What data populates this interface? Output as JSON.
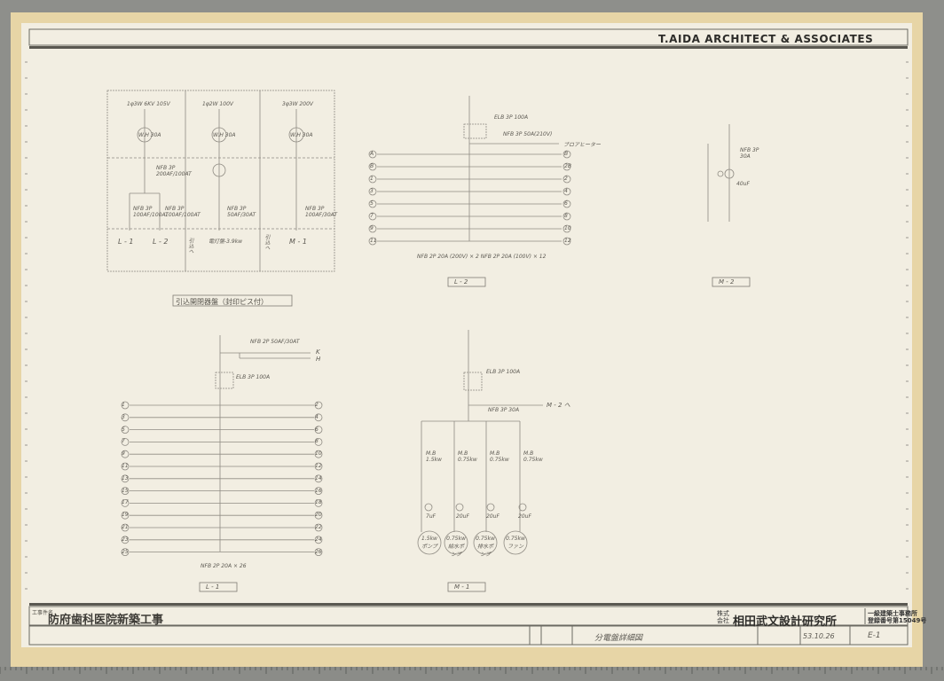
{
  "header": {
    "firm_name_en": "T.AIDA ARCHITECT & ASSOCIATES"
  },
  "title_block": {
    "project_label": "工事件名",
    "project_name": "防府歯科医院新築工事",
    "firm_prefix_top": "株式",
    "firm_prefix_bottom": "会社",
    "firm_name": "相田武文設計研究所",
    "license_line1": "一級建築士事務所",
    "license_line2": "登録番号第15049号",
    "drawing_title": "分電盤詳細図",
    "date": "53.10.26",
    "drawing_no": "E-1"
  },
  "diagrams": {
    "upper_left": {
      "top_labels": [
        "1φ3W 6KV 105V",
        "1φ2W 100V",
        "3φ3W 200V"
      ],
      "meter_label": "W.H 30A",
      "main_breaker": "NFB 3P 200AF/100AT",
      "branch_left": "NFB 3P 100AF/100AT",
      "branch_mid": "NFB 3P 100AF/100AT",
      "branch_right": "NFB 3P 50AF/30AT",
      "branch_far": "NFB 3P 100AF/30AT",
      "panel_labels": [
        "L - 1",
        "L - 2",
        "M - 1"
      ],
      "side_note": "電灯盤-3.9kw",
      "side_a": "引込へ",
      "side_b": "引込へ",
      "caption": "引込開閉器盤（封印ピス付）"
    },
    "l2": {
      "elb": "ELB 3P 100A",
      "nfb_main": "NFB 3P 50A(210V)",
      "to_label": "ブロアヒーター",
      "left_rows": [
        "A",
        "B",
        "1",
        "3",
        "5",
        "7",
        "9",
        "11"
      ],
      "right_rows": [
        "B",
        "2B",
        "2",
        "4",
        "6",
        "8",
        "10",
        "12"
      ],
      "bottom": "NFB 2P 20A (200V) × 2   NFB 2P 20A (100V) × 12",
      "label": "L - 2"
    },
    "m2": {
      "breaker": "NFB 3P 30A",
      "motor": "40uF",
      "label": "M - 2"
    },
    "l1": {
      "branch": "NFB 2P 50AF/30AT",
      "branch_to": [
        "K",
        "H"
      ],
      "elb": "ELB 3P 100A",
      "left_rows": [
        "1",
        "3",
        "5",
        "7",
        "9",
        "11",
        "13",
        "15",
        "17",
        "19",
        "21",
        "23",
        "25"
      ],
      "right_rows": [
        "2",
        "4",
        "6",
        "8",
        "10",
        "12",
        "14",
        "16",
        "18",
        "20",
        "22",
        "24",
        "26"
      ],
      "bottom": "NFB 2P 20A × 26",
      "label": "L - 1"
    },
    "m1": {
      "elb": "ELB 3P 100A",
      "nfb": "NFB 3P 30A",
      "to": "M - 2 へ",
      "breakers": [
        "M.B 1.5kw",
        "M.B 0.75kw",
        "M.B 0.75kw",
        "M.B 0.75kw"
      ],
      "capacitors": [
        "7uF",
        "20uF",
        "20uF",
        "20uF"
      ],
      "motors": [
        "1.5kw ポンプ",
        "0.75kw 給水ポンプ",
        "0.75kw 排水ポンプ",
        "0.75kw ファン"
      ],
      "label": "M - 1"
    }
  }
}
